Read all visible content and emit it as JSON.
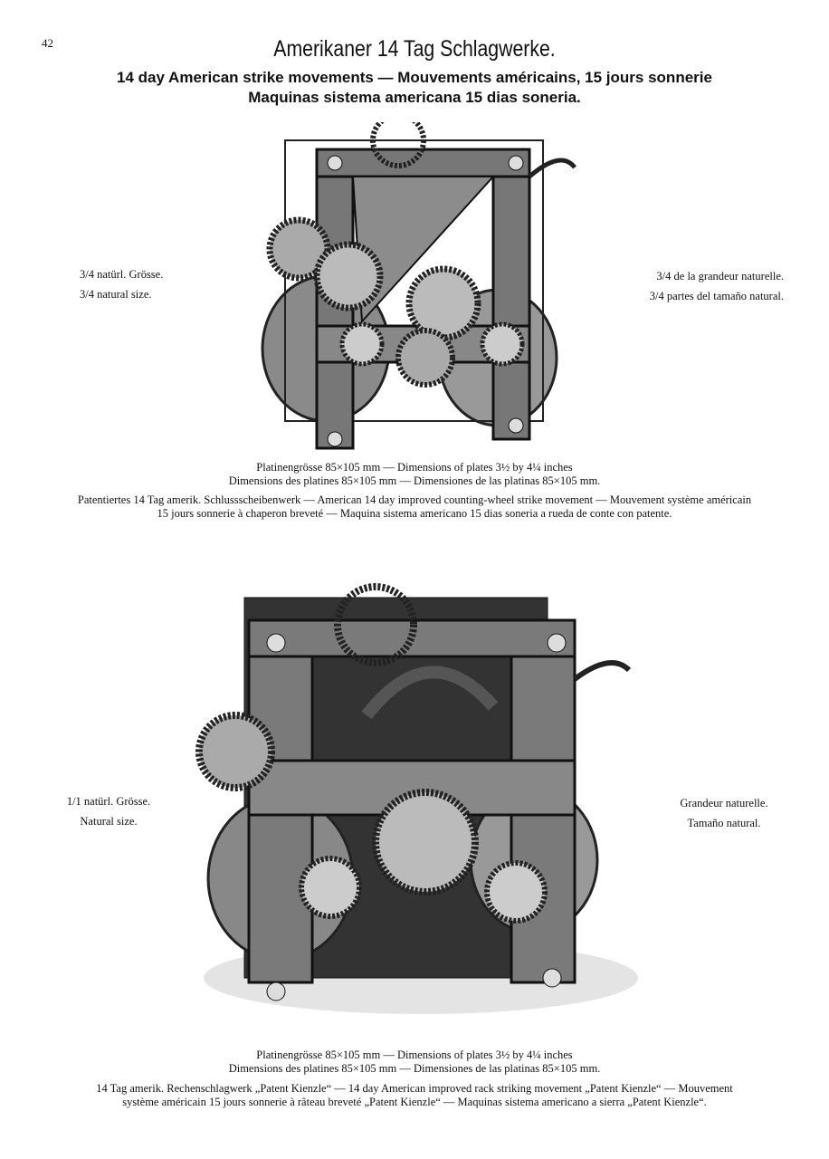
{
  "page_number": "42",
  "title": "Amerikaner 14 Tag Schlagwerke.",
  "subtitle1": "14 day American strike movements  —  Mouvements américains, 15 jours sonnerie",
  "subtitle2": "Maquinas sistema americana 15 dias soneria.",
  "figure1": {
    "left_labels": [
      "3/4 natürl. Grösse.",
      "3/4 natural size."
    ],
    "right_labels": [
      "3/4 de la grandeur naturelle.",
      "3/4 partes del tamaño natural."
    ],
    "dims1": "Platinengrösse 85×105 mm — Dimensions of plates 3½ by 4¼ inches",
    "dims2": "Dimensions des platines 85×105 mm — Dimensiones de las platinas 85×105 mm.",
    "desc1": "Patentiertes 14 Tag amerik. Schlussscheibenwerk — American 14 day improved counting-wheel strike movement — Mouvement système américain",
    "desc2": "15 jours sonnerie à chaperon breveté — Maquina sistema americano 15 dias soneria a rueda de conte con patente."
  },
  "figure2": {
    "left_labels": [
      "1/1 natürl. Grösse.",
      "Natural size."
    ],
    "right_labels": [
      "Grandeur naturelle.",
      "Tamaño natural."
    ],
    "dims1": "Platinengrösse 85×105 mm — Dimensions of plates 3½ by 4¼ inches",
    "dims2": "Dimensions des platines 85×105 mm — Dimensiones de las platinas 85×105 mm.",
    "desc1": "14 Tag amerik. Rechenschlagwerk „Patent Kienzle“ — 14 day American improved rack striking movement „Patent Kienzle“ — Mouvement",
    "desc2": "système américain 15 jours sonnerie à râteau breveté „Patent Kienzle“ — Maquinas sistema americano a sierra „Patent Kienzle“."
  }
}
